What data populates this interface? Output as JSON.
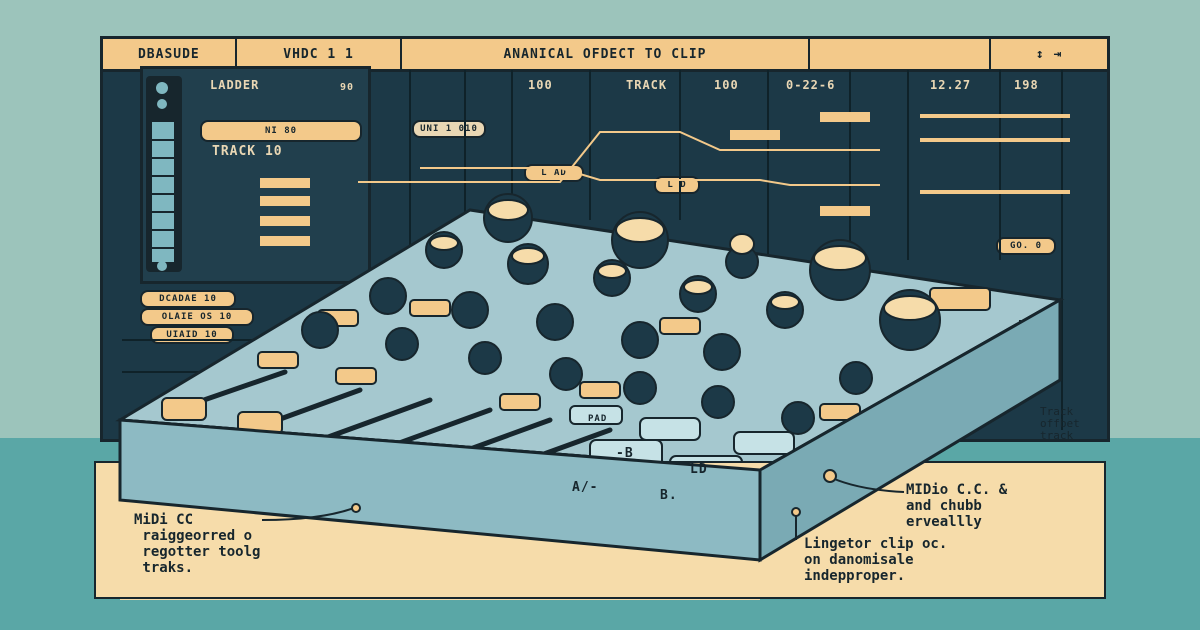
{
  "colors": {
    "background": "#9cc4bb",
    "band": "#5aa7a6",
    "panel": "#1c3947",
    "accent": "#f3c98a",
    "device": "#a5c8cf",
    "outline": "#17262d"
  },
  "header": {
    "segments": [
      "DBASUDE",
      "VHDC 1 1",
      "ANANICAL OFDECT TO CLIP",
      "",
      "↕ ⇥"
    ]
  },
  "panel_labels": {
    "ladder": "LADDER",
    "ladder_value": "90",
    "track_10": "TRACK 10",
    "col_100": "100",
    "track": "TRACK",
    "col_100b": "100",
    "range": "0-22-6",
    "time": "12.27",
    "val_198": "198",
    "small_tag_1": "NI 80",
    "small_tag_2": "UNI 1 010",
    "small_tag_3": "L AD",
    "small_tag_4": "L D",
    "small_tag_5": "GO. 0",
    "left_tag_1": "DCADAE 10",
    "left_tag_2": "OLAIE OS 10",
    "left_tag_3": "UIAID 10"
  },
  "device": {
    "buttons": [
      "PAD",
      "A/-",
      "LD",
      "-B",
      "B."
    ]
  },
  "callouts": {
    "left": "MiDi CC\n raiggeorred o\n regotter toolg\n traks.",
    "middle": "Lingetor clip oc.\non danomisale\nindepproper.",
    "right": "MIDio C.C. &\nand chubb\nerveallly",
    "side_note": "Track\noffbet\ntrack"
  }
}
